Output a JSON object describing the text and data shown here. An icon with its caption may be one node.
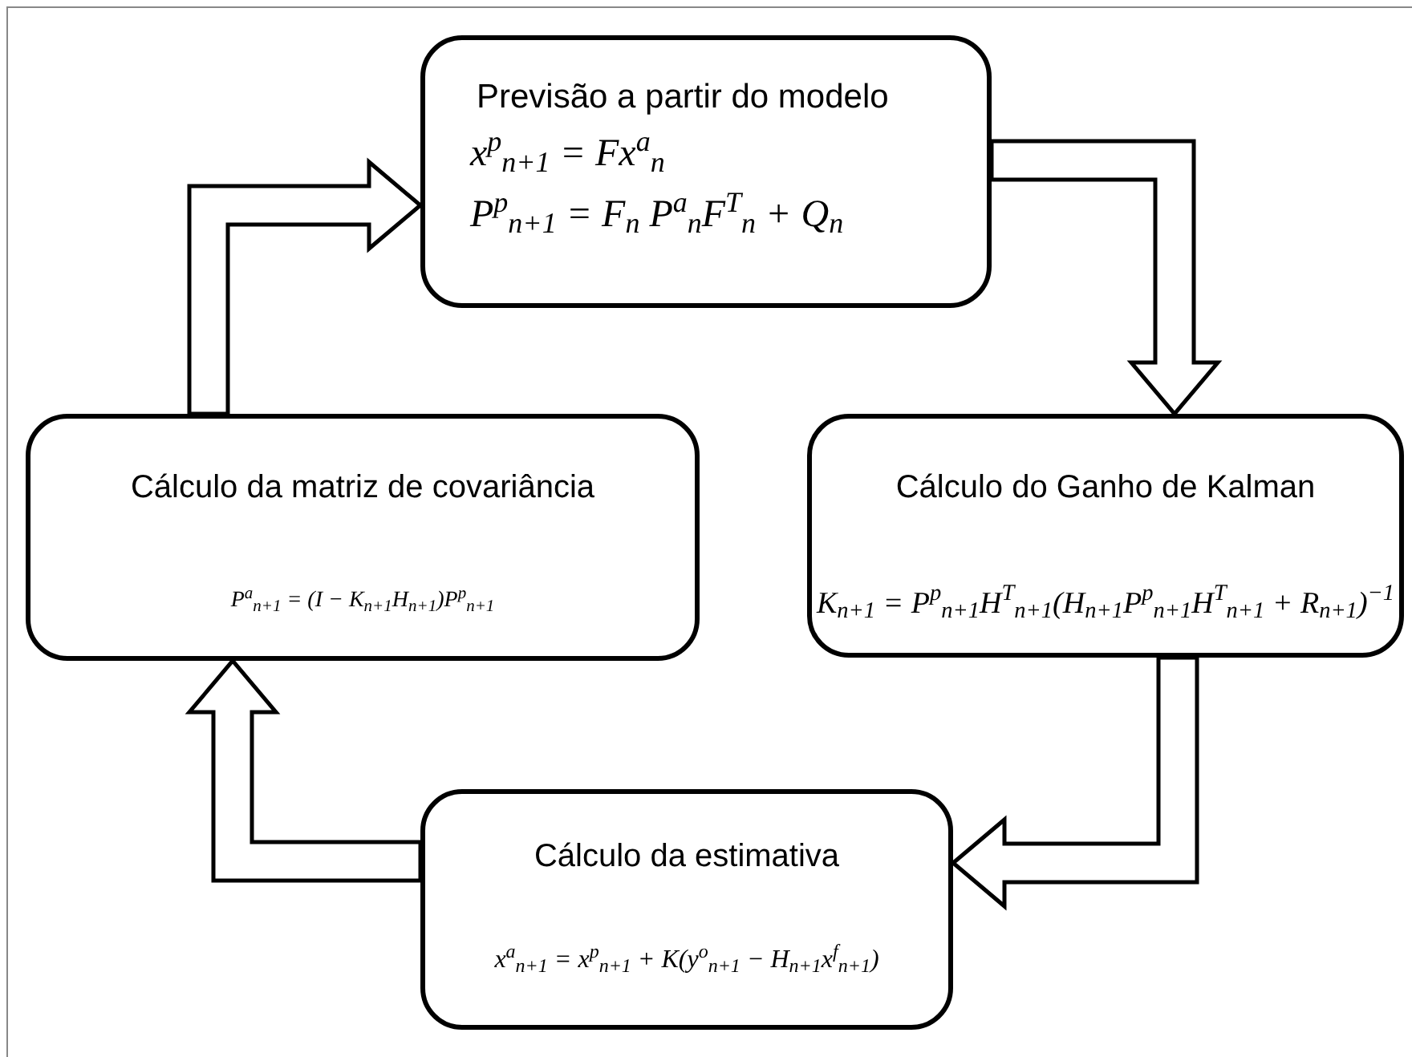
{
  "diagram": {
    "nodes": [
      {
        "text": [
          "Previsão a partir do modelo",
          "x$^{p}$$_{n+1}$ = Fx$^{a}$$_{n}$",
          "P$^{p}$$_{n+1}$ = F$_{n}$  P$^{a}$$_{n}$F$^{T}$$_{n}$ + Q$_{n}$"
        ]
      },
      {
        "text": [
          "Cálculo do Ganho de Kalman",
          "K$_{n+1}$ = P$^{p}$$_{n+1}$H$^{T}$$_{n+1}$(H$_{n+1}$P$^{p}$$_{n+1}$H$^{T}$$_{n+1}$ + R$_{n+1}$)$^{−1}$"
        ]
      },
      {
        "text": [
          "Cálculo da estimativa",
          "x$^{a}$$_{n+1}$ = x$^{p}$$_{n+1}$ + K(y$^{o}$$_{n+1}$ − H$_{n+1}$x$^{f}$$_{n+1}$)"
        ]
      },
      {
        "text": [
          "Cálculo da matriz de covariância",
          "P$^{a}$$_{n+1}$ = (I − K$_{n+1}$H$_{n+1}$)P$^{p}$$_{n+1}$"
        ]
      }
    ],
    "edges": [
      {
        "from": 0,
        "to": 1,
        "arrow": "to"
      },
      {
        "from": 1,
        "to": 2,
        "arrow": "to"
      },
      {
        "from": 2,
        "to": 3,
        "arrow": "to"
      },
      {
        "from": 3,
        "to": 0,
        "arrow": "to"
      }
    ]
  }
}
